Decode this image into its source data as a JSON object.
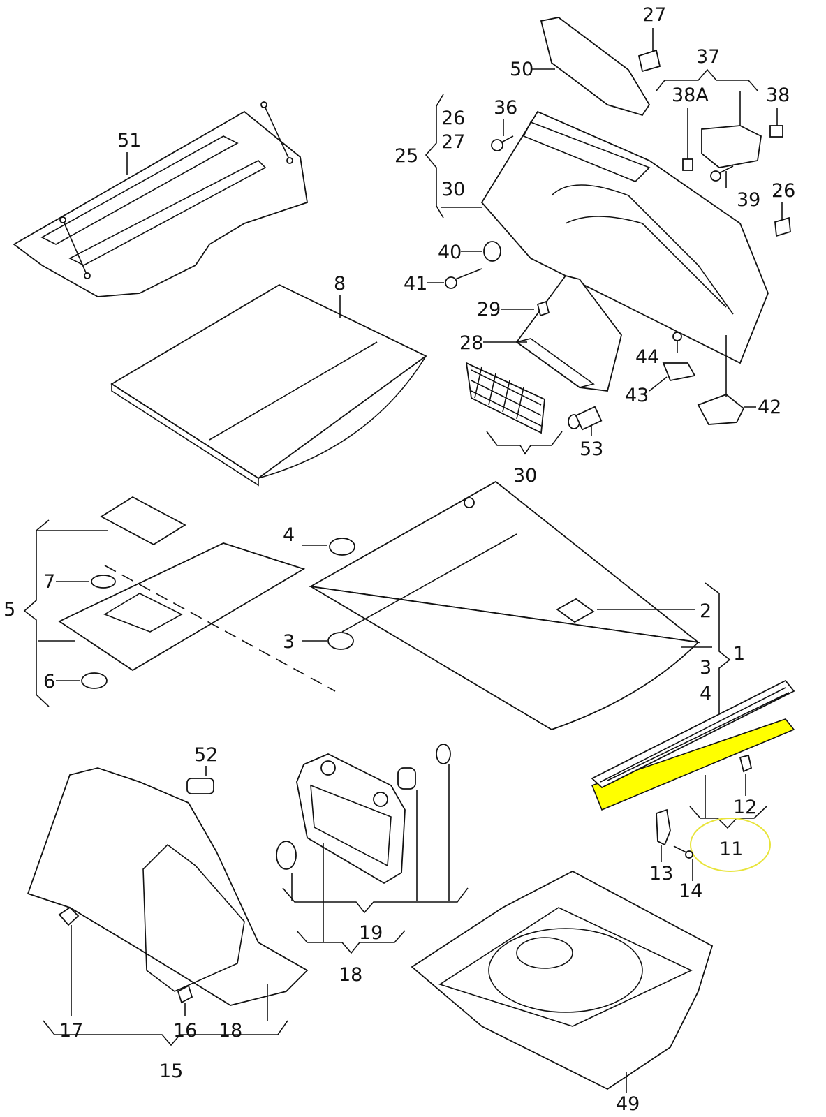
{
  "diagram": {
    "title": "Luggage compartment trim - exploded parts diagram",
    "highlight_color": "#ffff00",
    "circle_color": "#e8e43a",
    "highlighted_part": "11",
    "circled_label": "11",
    "labels": {
      "l1": "1",
      "l2": "2",
      "l3a": "3",
      "l3b": "3",
      "l4a": "4",
      "l4b": "4",
      "l5": "5",
      "l6": "6",
      "l7": "7",
      "l8": "8",
      "l11": "11",
      "l12": "12",
      "l13": "13",
      "l14": "14",
      "l15": "15",
      "l16": "16",
      "l17": "17",
      "l18a": "18",
      "l18b": "18",
      "l19": "19",
      "l25": "25",
      "l26a": "26",
      "l26b": "26",
      "l27a": "27",
      "l27b": "27",
      "l28": "28",
      "l29": "29",
      "l30a": "30",
      "l30b": "30",
      "l36": "36",
      "l37": "37",
      "l38": "38",
      "l38a": "38A",
      "l39": "39",
      "l40": "40",
      "l41": "41",
      "l42": "42",
      "l43": "43",
      "l44": "44",
      "l49": "49",
      "l50": "50",
      "l51": "51",
      "l52": "52",
      "l53": "53"
    }
  }
}
